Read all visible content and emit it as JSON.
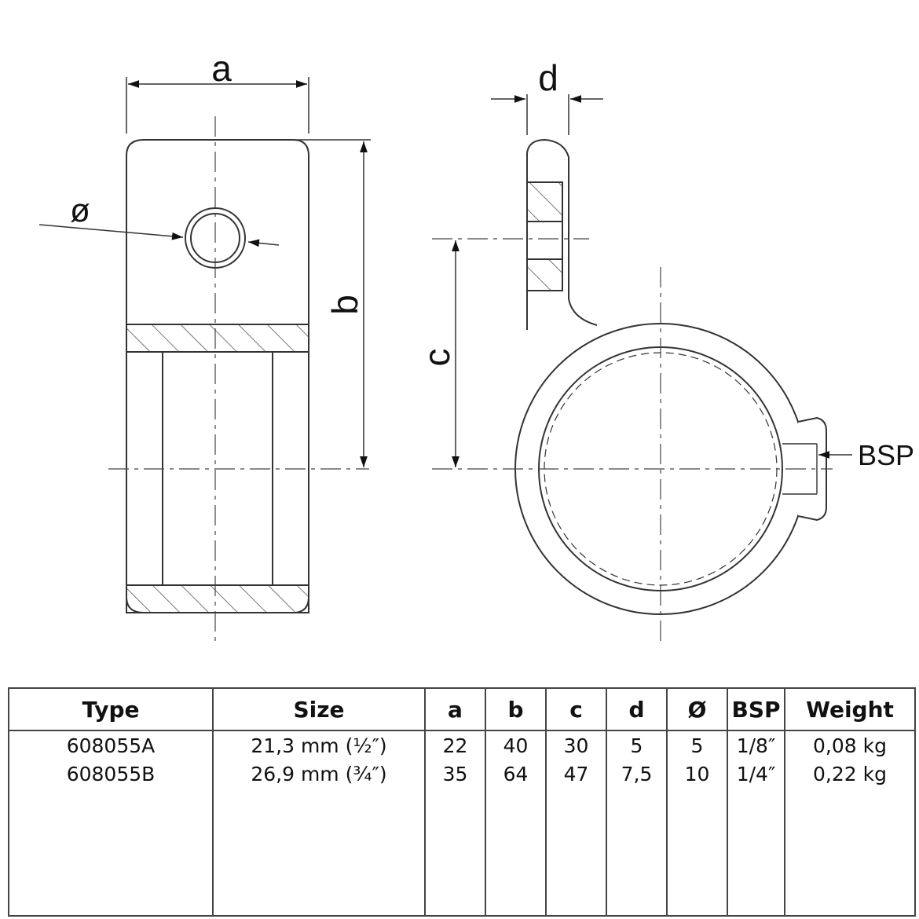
{
  "diagram": {
    "labels": {
      "a": "a",
      "b": "b",
      "c": "c",
      "d": "d",
      "diameter": "ø",
      "bsp": "BSP"
    }
  },
  "table": {
    "headers": [
      "Type",
      "Size",
      "a",
      "b",
      "c",
      "d",
      "Ø",
      "BSP",
      "Weight"
    ],
    "rows": [
      [
        "608055A",
        "21,3 mm (½″)",
        "22",
        "40",
        "30",
        "5",
        "5",
        "1/8″",
        "0,08 kg"
      ],
      [
        "608055B",
        "26,9 mm (¾″)",
        "35",
        "64",
        "47",
        "7,5",
        "10",
        "1/4″",
        "0,22 kg"
      ]
    ]
  }
}
